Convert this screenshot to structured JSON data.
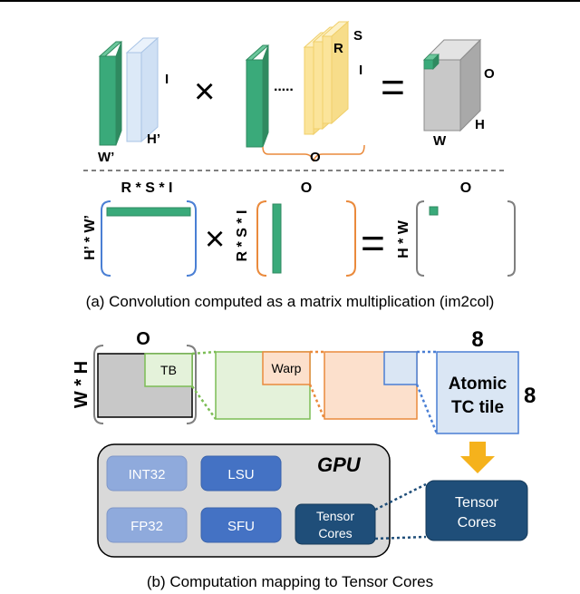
{
  "part_a": {
    "conv": {
      "input_w_label": "W’",
      "input_h_label": "H’",
      "input_c_label": "I",
      "times_symbol": "×",
      "ellipsis": "·····",
      "filter_r_label": "R",
      "filter_s_label": "S",
      "filter_i_label": "I",
      "filter_count_label": "O",
      "equals_symbol": "=",
      "output_o_label": "O",
      "output_h_label": "H",
      "output_w_label": "W"
    },
    "matrix": {
      "lhs_col_label": "R * S * I",
      "lhs_row_label": "H’ * W’",
      "times_symbol": "×",
      "mid_row_label": "R * S * I",
      "mid_col_label": "O",
      "equals_symbol": "=",
      "out_row_label": "H * W",
      "out_col_label": "O"
    },
    "caption": "(a) Convolution computed as a matrix multiplication (im2col)"
  },
  "part_b": {
    "matrix_col_label": "O",
    "matrix_row_label": "W * H",
    "tb_label": "TB",
    "warp_label": "Warp",
    "tile_label_line1": "Atomic",
    "tile_label_line2": "TC tile",
    "tile_width_label": "8",
    "tile_height_label": "8",
    "gpu_title": "GPU",
    "units": [
      "INT32",
      "LSU",
      "FP32",
      "SFU"
    ],
    "gpu_tensor_line1": "Tensor",
    "gpu_tensor_line2": "Cores",
    "big_tensor_line1": "Tensor",
    "big_tensor_line2": "Cores",
    "caption": "(b) Computation mapping to Tensor Cores"
  },
  "colors": {
    "green": "#3aaa7a",
    "green_dark": "#267a56",
    "light_blue": "#dce9f7",
    "blue": "#4a7fd4",
    "yellow": "#fbe49a",
    "orange": "#ea8a3c",
    "peach": "#fce0cc",
    "light_green": "#e4f2da",
    "tb_green": "#7cbd55",
    "gray": "#c8c8c8",
    "navy": "#1f4e79",
    "gpu_bg": "#d9d9d9",
    "unit_light": "#8faadc",
    "unit_mid": "#4472c4",
    "tile_bg": "#dae6f4",
    "arrow": "#f5b21c"
  }
}
